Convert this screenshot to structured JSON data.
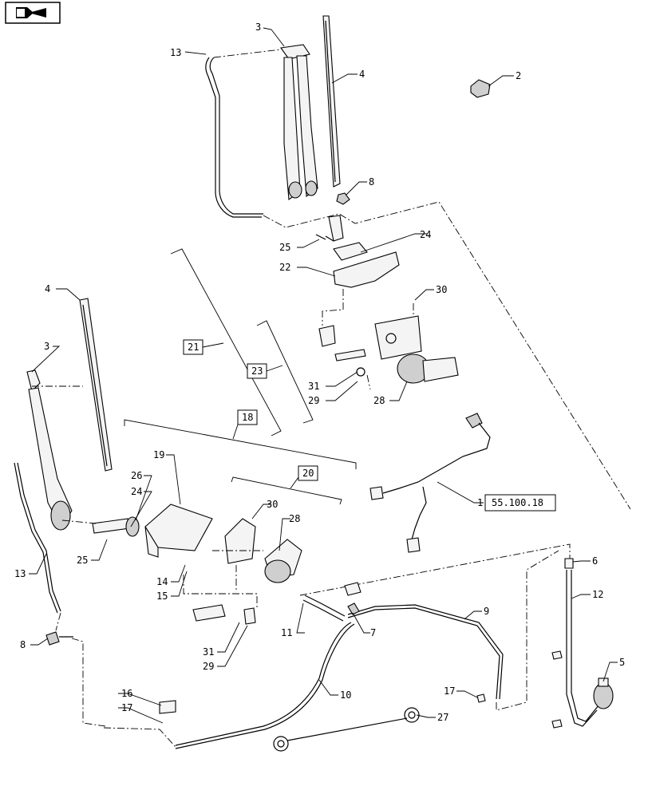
{
  "nav_icon": "page-navigation-icon",
  "callouts": {
    "c1": "1",
    "c2": "2",
    "c3a": "3",
    "c3b": "3",
    "c4a": "4",
    "c4b": "4",
    "c5": "5",
    "c6": "6",
    "c7": "7",
    "c8a": "8",
    "c8b": "8",
    "c9": "9",
    "c10": "10",
    "c11": "11",
    "c12": "12",
    "c13a": "13",
    "c13b": "13",
    "c14": "14",
    "c15": "15",
    "c16": "16",
    "c17a": "17",
    "c17b": "17",
    "c19": "19",
    "c22": "22",
    "c24a": "24",
    "c24b": "24",
    "c25a": "25",
    "c25b": "25",
    "c26": "26",
    "c27": "27",
    "c28a": "28",
    "c28b": "28",
    "c29a": "29",
    "c29b": "29",
    "c30a": "30",
    "c30b": "30",
    "c31a": "31",
    "c31b": "31"
  },
  "assembly_labels": {
    "a18": "18",
    "a20": "20",
    "a21": "21",
    "a23": "23"
  },
  "reference": "55.100.18"
}
